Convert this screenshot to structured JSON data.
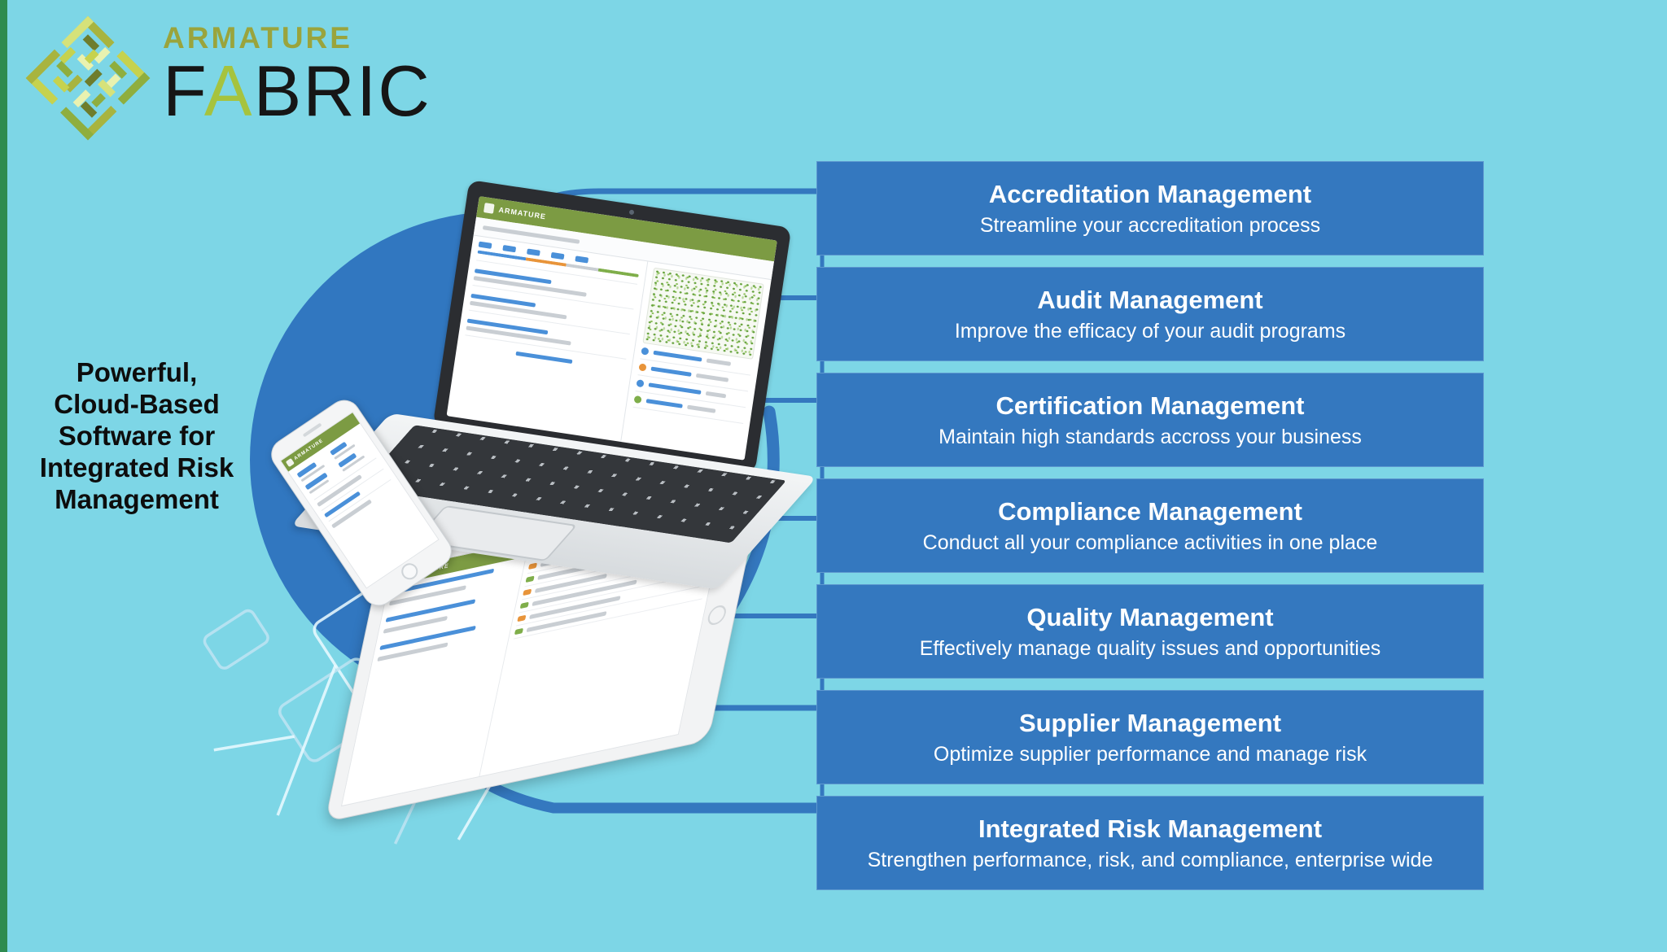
{
  "logo": {
    "brand_top": "ARMATURE",
    "brand_parts": [
      "F",
      "A",
      "BRIC"
    ]
  },
  "tagline": {
    "lines": [
      "Powerful,",
      "Cloud-Based",
      "Software for",
      "Integrated Risk",
      "Management"
    ]
  },
  "illustration": {
    "app_title": "ARMATURE",
    "devices": [
      "laptop",
      "phone",
      "tablet"
    ]
  },
  "banners": [
    {
      "title": "Accreditation Management",
      "subtitle": "Streamline your accreditation process"
    },
    {
      "title": "Audit Management",
      "subtitle": "Improve the efficacy of your audit programs"
    },
    {
      "title": "Certification Management",
      "subtitle": "Maintain high standards accross your business"
    },
    {
      "title": "Compliance Management",
      "subtitle": "Conduct all your compliance activities in one place"
    },
    {
      "title": "Quality Management",
      "subtitle": "Effectively manage quality issues and opportunities"
    },
    {
      "title": "Supplier Management",
      "subtitle": "Optimize supplier performance and manage risk"
    },
    {
      "title": "Integrated Risk Management",
      "subtitle": "Strengthen performance, risk, and compliance, enterprise wide"
    }
  ],
  "colors": {
    "background": "#7dd6e6",
    "banner_blue": "#3478bf",
    "circle_blue": "#3177c0",
    "edge_green": "#2e8b50",
    "logo_olive": "#9aa43c",
    "logo_green": "#a6c33e",
    "app_header_green": "#7c9b43"
  }
}
